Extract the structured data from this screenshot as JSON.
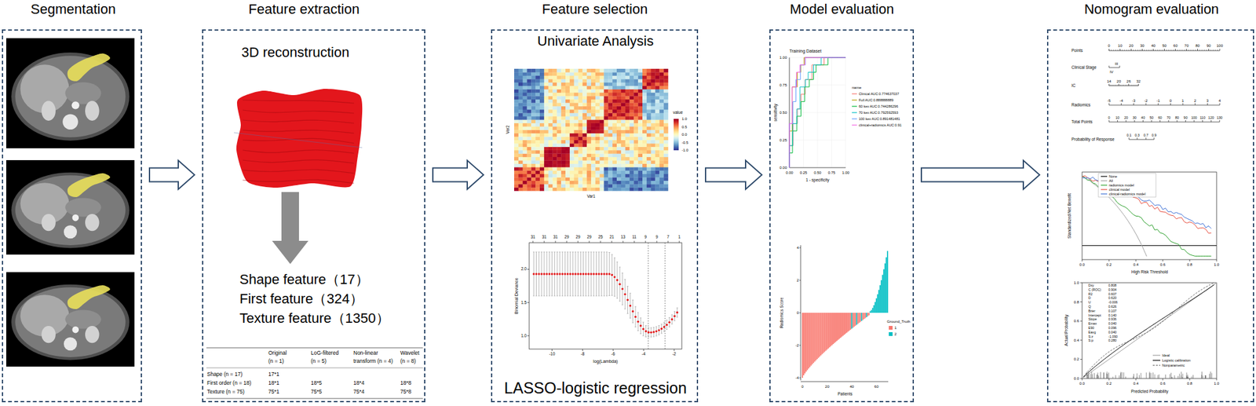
{
  "diagram": {
    "nodes": [
      {
        "text": [
          "Segmentation"
        ]
      },
      {
        "text": [
          "Feature extraction",
          "3D reconstruction",
          "Shape feature（17）",
          "First feature（324）",
          "Texture feature（1350）"
        ]
      },
      {
        "text": [
          "Feature selection",
          "Univariate Analysis",
          "LASSO-logistic regression"
        ]
      },
      {
        "text": [
          "Model evaluation"
        ]
      },
      {
        "text": [
          "Nomogram evaluation"
        ]
      }
    ],
    "edges": [
      {
        "from": 0,
        "to": 1,
        "arrow": "to"
      },
      {
        "from": 1,
        "to": 2,
        "arrow": "to"
      },
      {
        "from": 2,
        "to": 3,
        "arrow": "to"
      },
      {
        "from": 3,
        "to": 4,
        "arrow": "to"
      }
    ],
    "labels": [
      "Original",
      "(n = 1)",
      "LoG-filtered",
      "(n = 5)",
      "Non-linear",
      "transform (n = 4)",
      "Wavelet",
      "(n = 8)",
      "Shape (n = 17)",
      "17*1",
      "First order (n = 18)",
      "18*1",
      "18*5",
      "18*4",
      "18*8",
      "Texture (n = 75)",
      "75*1",
      "75*5",
      "75*4",
      "75*8",
      "Var2",
      "Var1",
      "value",
      "1.0",
      "0.5",
      "0.0",
      "-0.5",
      "-1.0",
      "31",
      "31",
      "31",
      "29",
      "29",
      "29",
      "25",
      "21",
      "13",
      "11",
      "9",
      "9",
      "7",
      "1",
      "Binomial Deviance",
      "2.0",
      "1.5",
      "1.0",
      "-10",
      "-8",
      "-6",
      "-4",
      "-2",
      "log(Lambda)",
      "Training Dataset",
      "sensitivity",
      "1.00",
      "0.75",
      "0.50",
      "0.25",
      "0.00",
      "0.00",
      "0.25",
      "0.50",
      "0.75",
      "1.00",
      "1 - specificity",
      "name",
      "Radiomics Score",
      "4",
      "2",
      "0",
      "-2",
      "-4",
      "0",
      "20",
      "40",
      "60",
      "Patients",
      "Ground_Truth",
      "Points",
      "0",
      "10",
      "20",
      "30",
      "40",
      "50",
      "60",
      "70",
      "80",
      "90",
      "100",
      "Clinical Stage",
      "III",
      "IV",
      "IC",
      "14",
      "20",
      "26",
      "32",
      "Radiomics",
      "-5",
      "-4",
      "-3",
      "-2",
      "-1",
      "0",
      "1",
      "2",
      "3",
      "4",
      "Total Points",
      "0",
      "10",
      "20",
      "30",
      "40",
      "50",
      "60",
      "70",
      "80",
      "90",
      "100",
      "110",
      "120",
      "130",
      "Probability of Response",
      "0.1",
      "0.3",
      "0.7",
      "0.9",
      "Standardized Net Benefit",
      "0.0",
      "0.2",
      "0.4",
      "0.6",
      "0.8",
      "1.0",
      "High Risk Threshold",
      "Actual Probability",
      "0.0",
      "0.2",
      "0.4",
      "0.6",
      "0.8",
      "1.0",
      "0.0",
      "0.2",
      "0.4",
      "0.6",
      "0.8",
      "1.0",
      "Predicted Probability",
      "Dxy",
      "C (ROC)",
      "R2",
      "D",
      "U",
      "Q",
      "Brier",
      "Intercept",
      "Slope",
      "Emax",
      "E90",
      "Eavg",
      "S:z",
      "S:p",
      "0.808",
      "0.904",
      "0.607",
      "0.620",
      "-0.006",
      "0.626",
      "0.107",
      "0.140",
      "0.936",
      "0.040",
      "0.096",
      "0.040",
      "-1.090",
      "0.280"
    ],
    "legend": [
      {
        "text": "Clinical AUC:0.774637037"
      },
      {
        "text": "Full AUC:0.888888889"
      },
      {
        "text": "60 kev AUC:0.744286296"
      },
      {
        "text": "70 kev AUC:0.792592593"
      },
      {
        "text": "100 kev AUC:0.891481481"
      },
      {
        "text": "clinical+radiomics AUC:0.91"
      },
      {
        "text": "1",
        "color": "#f8766d"
      },
      {
        "text": "2",
        "color": "#00bfc4"
      },
      {
        "text": "None"
      },
      {
        "text": "All"
      },
      {
        "text": "radiomics model"
      },
      {
        "text": "clinical model"
      },
      {
        "text": "clinical-radiomics model"
      },
      {
        "text": "Ideal"
      },
      {
        "text": "Logistic calibration"
      },
      {
        "text": "Nonparametric"
      }
    ]
  }
}
